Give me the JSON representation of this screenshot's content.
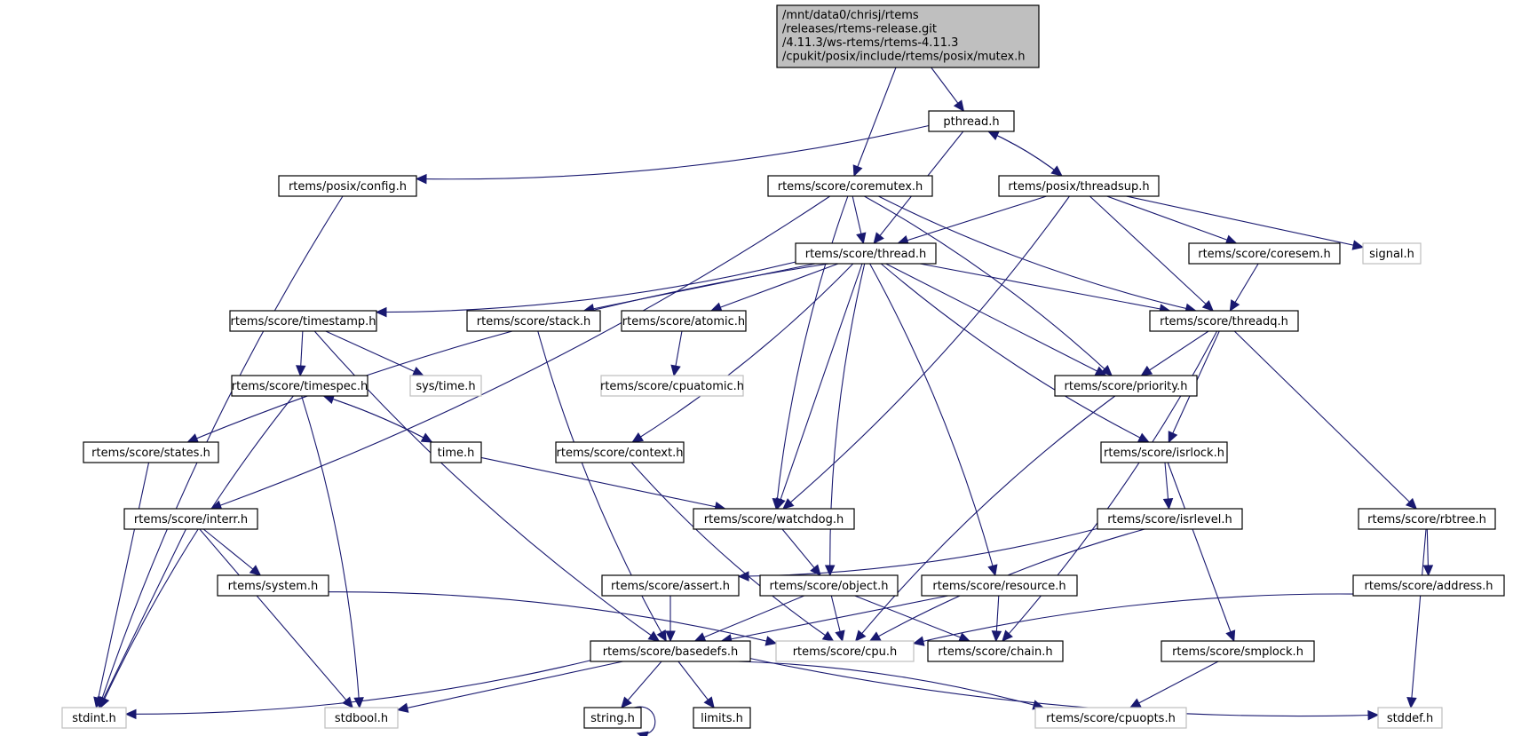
{
  "diagram": {
    "type": "include-dependency-graph",
    "colors": {
      "edge": "#191970",
      "root_fill": "#bfbfbf",
      "root_border": "#000000",
      "node_fill": "#ffffff",
      "node_border": "#000000",
      "external_border": "#bfbfbf"
    },
    "root": {
      "id": "mutex",
      "lines": [
        "/mnt/data0/chrisj/rtems",
        "/releases/rtems-release.git",
        "/4.11.3/ws-rtems/rtems-4.11.3",
        "/cpukit/posix/include/rtems/posix/mutex.h"
      ]
    },
    "nodes": [
      {
        "id": "pthread",
        "label": "pthread.h",
        "external": false
      },
      {
        "id": "posix_config",
        "label": "rtems/posix/config.h",
        "external": false
      },
      {
        "id": "coremutex",
        "label": "rtems/score/coremutex.h",
        "external": false
      },
      {
        "id": "threadsup",
        "label": "rtems/posix/threadsup.h",
        "external": false
      },
      {
        "id": "thread",
        "label": "rtems/score/thread.h",
        "external": false
      },
      {
        "id": "coresem",
        "label": "rtems/score/coresem.h",
        "external": false
      },
      {
        "id": "signal",
        "label": "signal.h",
        "external": true
      },
      {
        "id": "timestamp",
        "label": "rtems/score/timestamp.h",
        "external": false
      },
      {
        "id": "stack",
        "label": "rtems/score/stack.h",
        "external": false
      },
      {
        "id": "atomic",
        "label": "rtems/score/atomic.h",
        "external": false
      },
      {
        "id": "threadq",
        "label": "rtems/score/threadq.h",
        "external": false
      },
      {
        "id": "timespec",
        "label": "rtems/score/timespec.h",
        "external": false
      },
      {
        "id": "systime",
        "label": "sys/time.h",
        "external": true
      },
      {
        "id": "cpuatomic",
        "label": "rtems/score/cpuatomic.h",
        "external": true
      },
      {
        "id": "priority",
        "label": "rtems/score/priority.h",
        "external": false
      },
      {
        "id": "states",
        "label": "rtems/score/states.h",
        "external": false
      },
      {
        "id": "time",
        "label": "time.h",
        "external": false
      },
      {
        "id": "context",
        "label": "rtems/score/context.h",
        "external": false
      },
      {
        "id": "isrlock",
        "label": "rtems/score/isrlock.h",
        "external": false
      },
      {
        "id": "interr",
        "label": "rtems/score/interr.h",
        "external": false
      },
      {
        "id": "watchdog",
        "label": "rtems/score/watchdog.h",
        "external": false
      },
      {
        "id": "isrlevel",
        "label": "rtems/score/isrlevel.h",
        "external": false
      },
      {
        "id": "rbtree",
        "label": "rtems/score/rbtree.h",
        "external": false
      },
      {
        "id": "system",
        "label": "rtems/system.h",
        "external": false
      },
      {
        "id": "assert",
        "label": "rtems/score/assert.h",
        "external": false
      },
      {
        "id": "object",
        "label": "rtems/score/object.h",
        "external": false
      },
      {
        "id": "resource",
        "label": "rtems/score/resource.h",
        "external": false
      },
      {
        "id": "address",
        "label": "rtems/score/address.h",
        "external": false
      },
      {
        "id": "basedefs",
        "label": "rtems/score/basedefs.h",
        "external": false
      },
      {
        "id": "cpu",
        "label": "rtems/score/cpu.h",
        "external": true
      },
      {
        "id": "chain",
        "label": "rtems/score/chain.h",
        "external": false
      },
      {
        "id": "smplock",
        "label": "rtems/score/smplock.h",
        "external": false
      },
      {
        "id": "stdint",
        "label": "stdint.h",
        "external": true
      },
      {
        "id": "stdbool",
        "label": "stdbool.h",
        "external": true
      },
      {
        "id": "string",
        "label": "string.h",
        "external": false
      },
      {
        "id": "limits",
        "label": "limits.h",
        "external": false
      },
      {
        "id": "cpuopts",
        "label": "rtems/score/cpuopts.h",
        "external": true
      },
      {
        "id": "stddef",
        "label": "stddef.h",
        "external": true
      }
    ],
    "edges": [
      {
        "from": "mutex",
        "to": "pthread"
      },
      {
        "from": "mutex",
        "to": "coremutex"
      },
      {
        "from": "pthread",
        "to": "posix_config"
      },
      {
        "from": "pthread",
        "to": "threadsup"
      },
      {
        "from": "pthread",
        "to": "thread"
      },
      {
        "from": "threadsup",
        "to": "pthread"
      },
      {
        "from": "threadsup",
        "to": "thread"
      },
      {
        "from": "threadsup",
        "to": "coresem"
      },
      {
        "from": "threadsup",
        "to": "signal"
      },
      {
        "from": "threadsup",
        "to": "threadq"
      },
      {
        "from": "threadsup",
        "to": "watchdog"
      },
      {
        "from": "posix_config",
        "to": "stdint"
      },
      {
        "from": "coremutex",
        "to": "thread"
      },
      {
        "from": "coremutex",
        "to": "threadq"
      },
      {
        "from": "coremutex",
        "to": "priority"
      },
      {
        "from": "coremutex",
        "to": "watchdog"
      },
      {
        "from": "coremutex",
        "to": "interr"
      },
      {
        "from": "coresem",
        "to": "threadq"
      },
      {
        "from": "thread",
        "to": "timestamp"
      },
      {
        "from": "thread",
        "to": "stack"
      },
      {
        "from": "thread",
        "to": "atomic"
      },
      {
        "from": "thread",
        "to": "threadq"
      },
      {
        "from": "thread",
        "to": "priority"
      },
      {
        "from": "thread",
        "to": "states"
      },
      {
        "from": "thread",
        "to": "context"
      },
      {
        "from": "thread",
        "to": "isrlock"
      },
      {
        "from": "thread",
        "to": "watchdog"
      },
      {
        "from": "thread",
        "to": "object"
      },
      {
        "from": "thread",
        "to": "resource"
      },
      {
        "from": "timestamp",
        "to": "timespec"
      },
      {
        "from": "timestamp",
        "to": "systime"
      },
      {
        "from": "timestamp",
        "to": "basedefs"
      },
      {
        "from": "timespec",
        "to": "time"
      },
      {
        "from": "timespec",
        "to": "stdint"
      },
      {
        "from": "timespec",
        "to": "stdbool"
      },
      {
        "from": "time",
        "to": "timespec"
      },
      {
        "from": "time",
        "to": "watchdog"
      },
      {
        "from": "stack",
        "to": "basedefs"
      },
      {
        "from": "atomic",
        "to": "cpuatomic"
      },
      {
        "from": "threadq",
        "to": "priority"
      },
      {
        "from": "threadq",
        "to": "isrlock"
      },
      {
        "from": "threadq",
        "to": "rbtree"
      },
      {
        "from": "threadq",
        "to": "chain"
      },
      {
        "from": "priority",
        "to": "cpu"
      },
      {
        "from": "states",
        "to": "stdint"
      },
      {
        "from": "context",
        "to": "cpu"
      },
      {
        "from": "isrlock",
        "to": "isrlevel"
      },
      {
        "from": "isrlock",
        "to": "smplock"
      },
      {
        "from": "interr",
        "to": "system"
      },
      {
        "from": "interr",
        "to": "stdint"
      },
      {
        "from": "interr",
        "to": "stdbool"
      },
      {
        "from": "watchdog",
        "to": "object"
      },
      {
        "from": "isrlevel",
        "to": "assert"
      },
      {
        "from": "isrlevel",
        "to": "cpu"
      },
      {
        "from": "rbtree",
        "to": "address"
      },
      {
        "from": "rbtree",
        "to": "stddef"
      },
      {
        "from": "system",
        "to": "cpu"
      },
      {
        "from": "assert",
        "to": "basedefs"
      },
      {
        "from": "object",
        "to": "basedefs"
      },
      {
        "from": "object",
        "to": "cpu"
      },
      {
        "from": "object",
        "to": "chain"
      },
      {
        "from": "resource",
        "to": "basedefs"
      },
      {
        "from": "resource",
        "to": "chain"
      },
      {
        "from": "address",
        "to": "cpu"
      },
      {
        "from": "basedefs",
        "to": "stdint"
      },
      {
        "from": "basedefs",
        "to": "stdbool"
      },
      {
        "from": "basedefs",
        "to": "string"
      },
      {
        "from": "basedefs",
        "to": "limits"
      },
      {
        "from": "basedefs",
        "to": "cpuopts"
      },
      {
        "from": "basedefs",
        "to": "stddef"
      },
      {
        "from": "smplock",
        "to": "cpuopts"
      },
      {
        "from": "string",
        "to": "string"
      }
    ]
  }
}
